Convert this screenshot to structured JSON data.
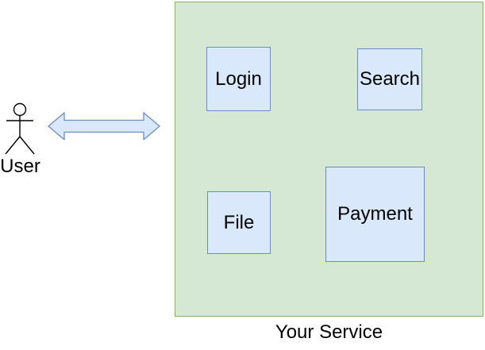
{
  "diagram": {
    "type": "architecture-diagram",
    "actor": {
      "label": "User"
    },
    "connector": {
      "style": "double-headed-arrow",
      "from": "User",
      "to": "Your Service"
    },
    "service": {
      "label": "Your Service",
      "components": [
        {
          "label": "Login"
        },
        {
          "label": "Search"
        },
        {
          "label": "File"
        },
        {
          "label": "Payment"
        }
      ]
    },
    "colors": {
      "service_fill": "#d5e8d4",
      "service_border": "#82b366",
      "component_fill": "#dae8fc",
      "component_border": "#6c8ebf",
      "arrow_fill": "#dae8fc",
      "arrow_border": "#6c8ebf",
      "text": "#000000",
      "background": "#ffffff"
    }
  }
}
